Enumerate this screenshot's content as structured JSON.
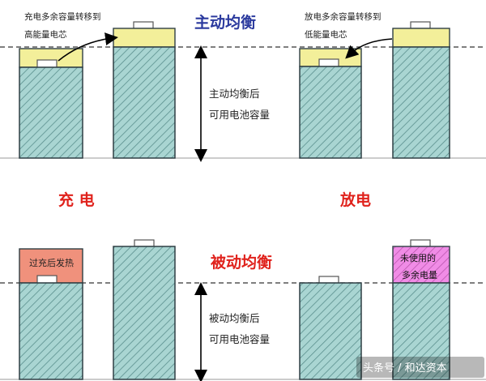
{
  "top": {
    "title": "主动均衡",
    "title_color": "#2b3a9e",
    "charge_note": [
      "充电多余容量转移到",
      "高能量电芯"
    ],
    "discharge_note": [
      "放电多余容量转移到",
      "低能量电芯"
    ],
    "side_label": [
      "主动均衡后",
      "可用电池容量"
    ]
  },
  "middle": {
    "charge_label": "充 电",
    "discharge_label": "放电"
  },
  "bottom": {
    "title": "被动均衡",
    "title_color": "#e0221c",
    "overcharge_label": "过充后发热",
    "unused_label": [
      "未使用的",
      "多余电量"
    ],
    "side_label": [
      "被动均衡后",
      "可用电池容量"
    ]
  },
  "watermark": "头条号 / 和达资本",
  "colors": {
    "cell_fill": "#a9d5d2",
    "hatch_line": "#5a8f8d",
    "surplus_yellow": "#f3ef9a",
    "overheat_fill": "#f0917c",
    "unused_fill": "#f08ce6"
  }
}
